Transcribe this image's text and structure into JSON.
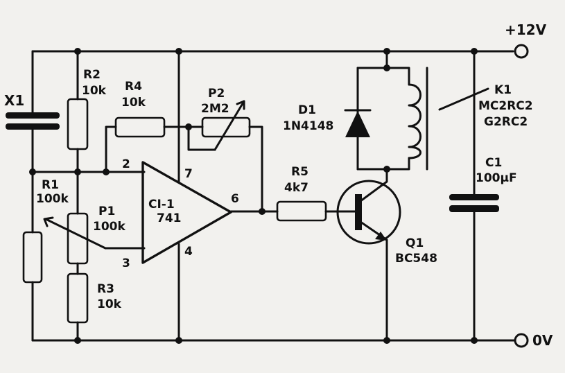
{
  "supply": {
    "positive": "+12V",
    "ground": "0V"
  },
  "components": {
    "x1": {
      "ref": "X1"
    },
    "r1": {
      "ref": "R1",
      "value": "100k"
    },
    "r2": {
      "ref": "R2",
      "value": "10k"
    },
    "r3": {
      "ref": "R3",
      "value": "10k"
    },
    "r4": {
      "ref": "R4",
      "value": "10k"
    },
    "r5": {
      "ref": "R5",
      "value": "4k7"
    },
    "p1": {
      "ref": "P1",
      "value": "100k"
    },
    "p2": {
      "ref": "P2",
      "value": "2M2"
    },
    "ic1": {
      "ref": "CI-1",
      "value": "741"
    },
    "d1": {
      "ref": "D1",
      "value": "1N4148"
    },
    "k1": {
      "ref": "K1",
      "value1": "MC2RC2",
      "value2": "G2RC2"
    },
    "c1": {
      "ref": "C1",
      "value": "100µF"
    },
    "q1": {
      "ref": "Q1",
      "value": "BC548"
    }
  },
  "pins": {
    "p2": "2",
    "p3": "3",
    "p4": "4",
    "p6": "6",
    "p7": "7"
  }
}
